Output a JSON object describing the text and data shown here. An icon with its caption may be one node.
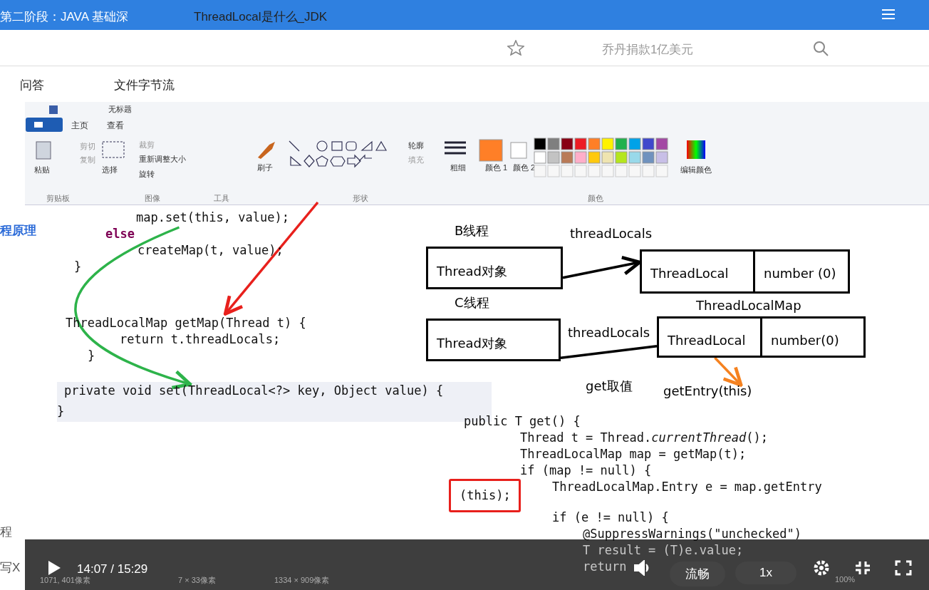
{
  "diagram": {
    "nodes": [
      {
        "text": [
          "Thread对象"
        ],
        "beside": [
          "B线程"
        ]
      },
      {
        "text": [
          "ThreadLocal"
        ]
      },
      {
        "text": [
          "number (0)"
        ]
      },
      {
        "text": [
          "Thread对象"
        ],
        "beside": [
          "C线程"
        ]
      },
      {
        "text": [
          "ThreadLocalMap"
        ]
      },
      {
        "text": [
          "ThreadLocal"
        ],
        "in": 4
      },
      {
        "text": [
          "number(0)"
        ],
        "in": 4
      },
      {
        "text": [
          "getEntry(this)"
        ]
      },
      {
        "text": [
          "map.set(this, value);"
        ]
      },
      {
        "text": [
          "ThreadLocalMap getMap(Thread t) {"
        ]
      },
      {
        "text": [
          "private void set(ThreadLocal<?> key, Object value) {"
        ]
      },
      {
        "text": [
          "(this);"
        ]
      }
    ],
    "edges": [
      {
        "from": 0,
        "to": 1,
        "arrow": "to",
        "label": "threadLocals"
      },
      {
        "from": 3,
        "to": 5,
        "arrow": "none",
        "label": "threadLocals"
      },
      {
        "from": 5,
        "to": 7,
        "arrow": "to",
        "color": "#f58220"
      },
      {
        "from": 8,
        "to": 10,
        "arrow": "to",
        "color": "#2db34a"
      },
      {
        "from": null,
        "to": 9,
        "arrow": "to",
        "color": "#e8201c"
      }
    ],
    "labels": [
      "第二阶段：JAVA 基础深",
      "ThreadLocal是什么_JDK",
      "乔丹捐款1亿美元",
      "问答",
      "文件字节流",
      "程原理",
      "无标题",
      "主页",
      "查看",
      "剪切",
      "复制",
      "裁剪",
      "重新调整大小",
      "旋转",
      "粘贴",
      "选择",
      "刷子",
      "轮廓",
      "填充",
      "粗细",
      "颜色 1",
      "颜色 2",
      "编辑颜色",
      "剪贴板",
      "图像",
      "工具",
      "形状",
      "颜色",
      "else",
      "createMap(t, value);",
      "}",
      "return t.threadLocals;",
      "}",
      "}",
      "get取值",
      "public T get() {",
      "Thread t = Thread.*currentThread*();",
      "ThreadLocalMap map = getMap(t);",
      "if (map != null) {",
      "ThreadLocalMap.Entry e = map.getEntry",
      "if (e != null) {",
      "@SuppressWarnings(\"unchecked\")",
      "T result = (T)e.value;",
      "return",
      "程",
      "写X",
      "14:07 / 15:29",
      "流畅",
      "1x",
      "1071, 401像素",
      "7 × 33像素",
      "1334 × 909像素",
      "100%"
    ]
  }
}
